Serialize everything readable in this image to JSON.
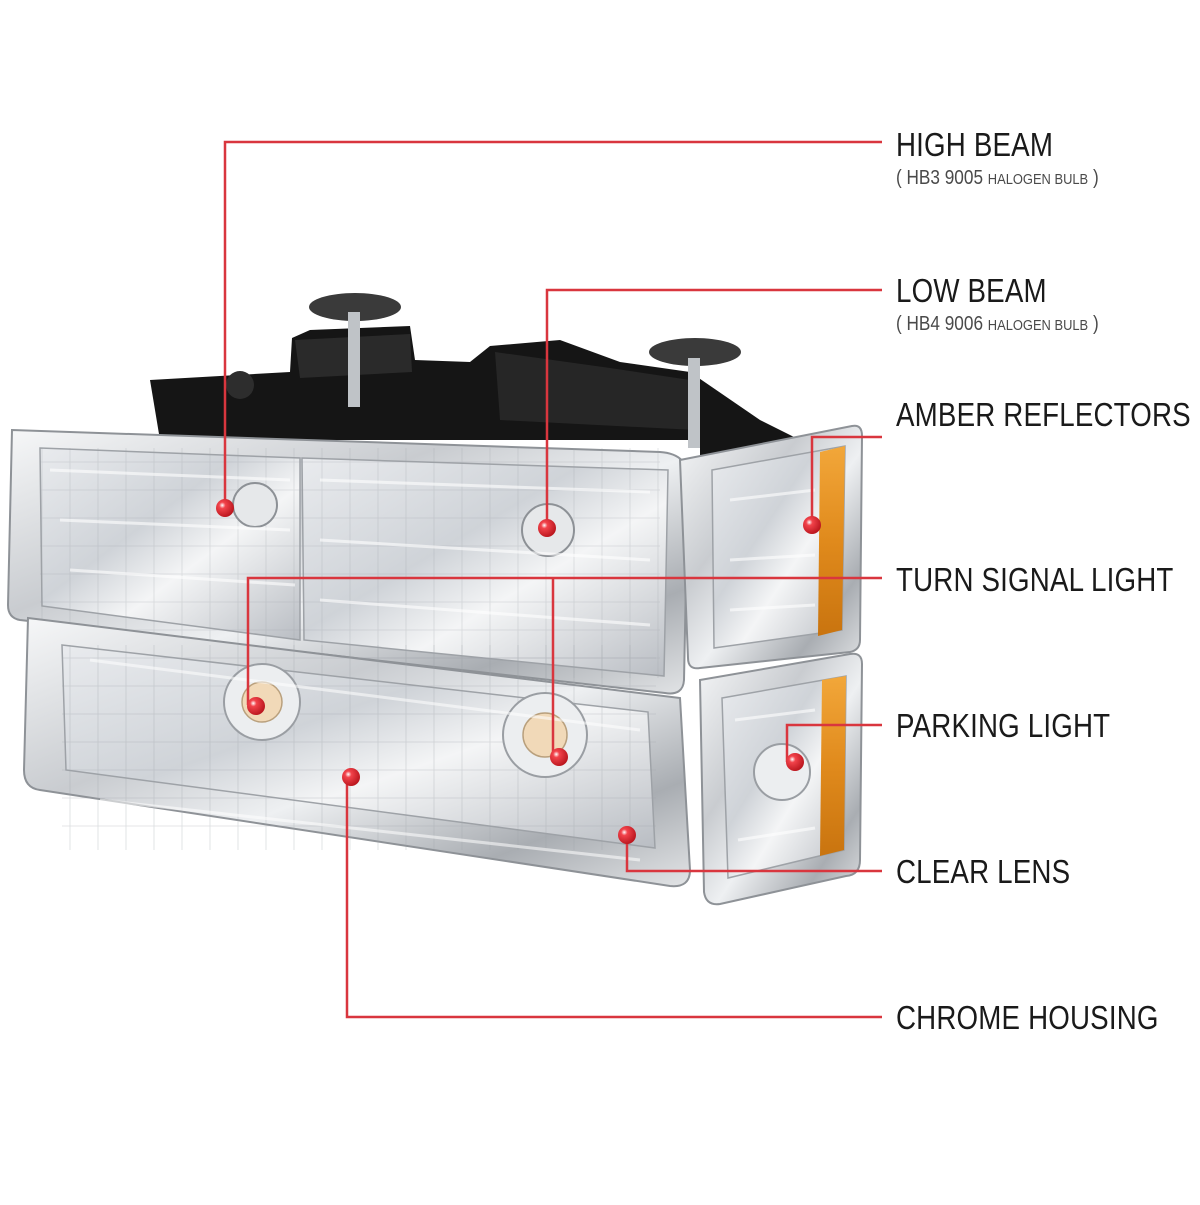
{
  "diagram": {
    "accent_color": "#d9363e",
    "callouts": [
      {
        "id": "high-beam",
        "title": "HIGH BEAM",
        "sub_open": "( HB3 9005",
        "sub_small": "HALOGEN BULB",
        "sub_close": ")"
      },
      {
        "id": "low-beam",
        "title": "LOW BEAM",
        "sub_open": "( HB4 9006",
        "sub_small": "HALOGEN BULB",
        "sub_close": ")"
      },
      {
        "id": "amber-reflectors",
        "title": "AMBER REFLECTORS"
      },
      {
        "id": "turn-signal-light",
        "title": "TURN SIGNAL LIGHT"
      },
      {
        "id": "parking-light",
        "title": "PARKING LIGHT"
      },
      {
        "id": "clear-lens",
        "title": "CLEAR LENS"
      },
      {
        "id": "chrome-housing",
        "title": "CHROME HOUSING"
      }
    ]
  }
}
